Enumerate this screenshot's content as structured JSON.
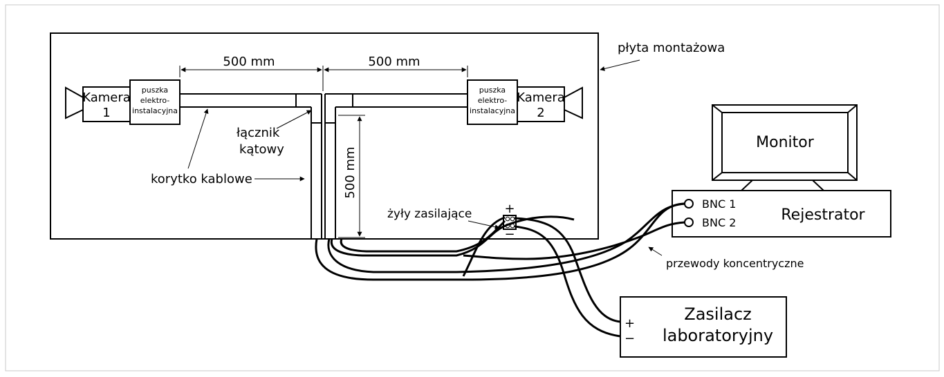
{
  "labels": {
    "plyta": "płyta montażowa",
    "dim_left": "500 mm",
    "dim_right": "500 mm",
    "dim_vertical": "500 mm",
    "kamera1_line1": "Kamera",
    "kamera1_line2": "1",
    "kamera2_line1": "Kamera",
    "kamera2_line2": "2",
    "puszka_line1": "puszka",
    "puszka_line2": "elektro-",
    "puszka_line3": "instalacyjna",
    "lacznik_line1": "łącznik",
    "lacznik_line2": "kątowy",
    "korytko": "korytko kablowe",
    "zyly": "żyły zasilające",
    "plus": "+",
    "minus": "−",
    "monitor": "Monitor",
    "bnc1": "BNC 1",
    "bnc2": "BNC 2",
    "rejestrator": "Rejestrator",
    "przewody": "przewody koncentryczne",
    "zasilacz_line1": "Zasilacz",
    "zasilacz_line2": "laboratoryjny",
    "zas_plus": "+",
    "zas_minus": "−"
  }
}
